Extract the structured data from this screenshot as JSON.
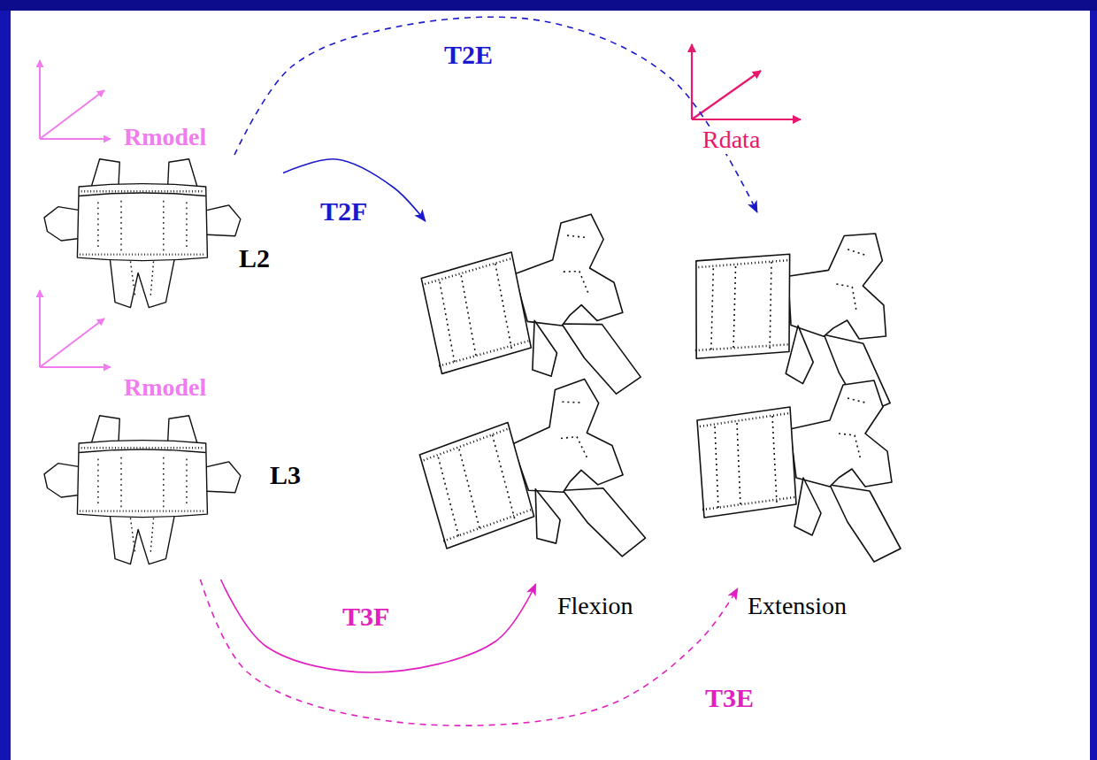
{
  "diagram": {
    "nodes": [
      {
        "text": [
          "L2"
        ]
      },
      {
        "text": [
          "L3"
        ]
      },
      {
        "text": [
          "Flexion"
        ]
      },
      {
        "text": [
          "Extension"
        ]
      }
    ],
    "edges": [
      {
        "from": 0,
        "to": 2,
        "label": "T2F",
        "arrow": "to"
      },
      {
        "from": 0,
        "to": 3,
        "label": "T2E",
        "arrow": "to"
      },
      {
        "from": 1,
        "to": 2,
        "label": "T3F",
        "arrow": "to"
      },
      {
        "from": 1,
        "to": 3,
        "label": "T3E",
        "arrow": "to"
      }
    ],
    "labels": [
      "Rmodel",
      "Rmodel",
      "Rdata"
    ]
  }
}
